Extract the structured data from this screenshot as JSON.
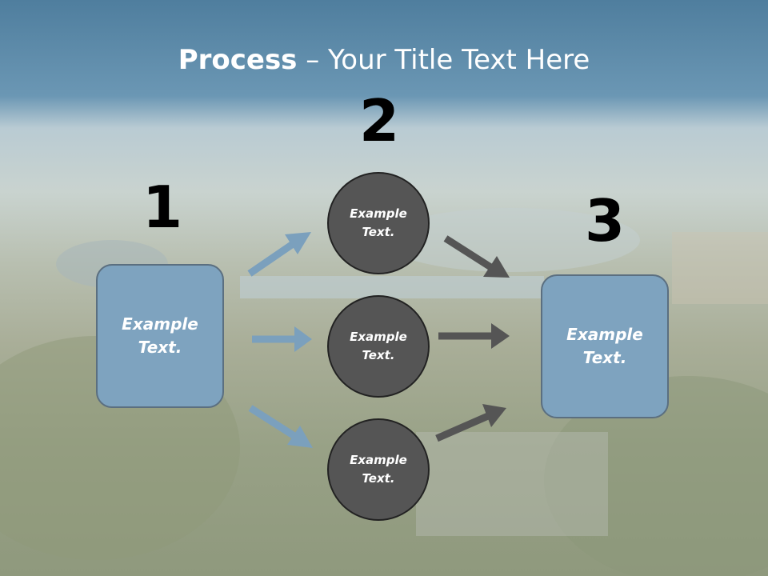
{
  "title": {
    "bold": "Process",
    "rest": " – Your Title Text Here"
  },
  "steps": {
    "one": "1",
    "two": "2",
    "three": "3"
  },
  "left_box": {
    "text": "Example\nText."
  },
  "right_box": {
    "text": "Example\nText."
  },
  "circles": [
    {
      "text": "Example\nText."
    },
    {
      "text": "Example\nText."
    },
    {
      "text": "Example\nText."
    }
  ],
  "colors": {
    "box_fill": "#7ea3bf",
    "circle_fill": "#555555",
    "blue_arrow": "#7ba0bd",
    "gray_arrow": "#555555"
  }
}
